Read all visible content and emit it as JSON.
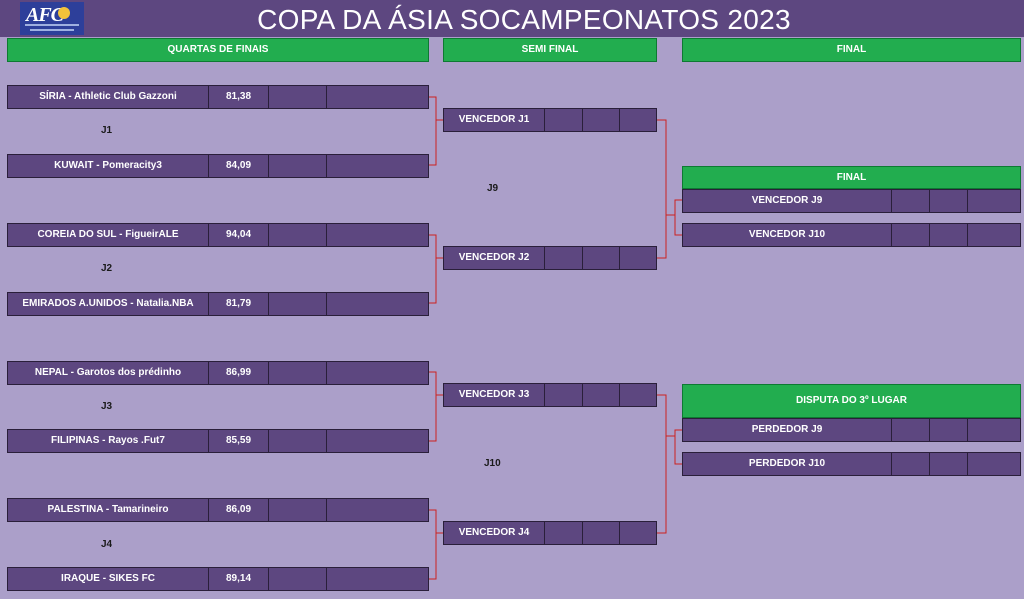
{
  "title": "COPA DA ÁSIA SOCAMPEONATOS  2023",
  "logo": {
    "name": "afc-logo",
    "text": "AFC"
  },
  "headers": {
    "quarters": "QUARTAS DE FINAIS",
    "semi": "SEMI FINAL",
    "final": "FINAL"
  },
  "quarters": [
    {
      "team": "SÍRIA - Athletic Club Gazzoni",
      "score": "81,38"
    },
    {
      "team": "KUWAIT - Pomeracity3",
      "score": "84,09"
    },
    {
      "team": "COREIA DO SUL - FigueirALE",
      "score": "94,04"
    },
    {
      "team": "EMIRADOS A.UNIDOS - Natalia.NBA",
      "score": "81,79"
    },
    {
      "team": "NEPAL - Garotos dos prédinho",
      "score": "86,99"
    },
    {
      "team": "FILIPINAS - Rayos .Fut7",
      "score": "85,59"
    },
    {
      "team": "PALESTINA - Tamarineiro",
      "score": "86,09"
    },
    {
      "team": "IRAQUE - SIKES FC",
      "score": "89,14"
    }
  ],
  "game_labels": {
    "j1": "J1",
    "j2": "J2",
    "j3": "J3",
    "j4": "J4",
    "j9": "J9",
    "j10": "J10"
  },
  "semis": [
    "VENCEDOR J1",
    "VENCEDOR J2",
    "VENCEDOR J3",
    "VENCEDOR J4"
  ],
  "final_box": {
    "header": "FINAL",
    "rows": [
      "VENCEDOR J9",
      "VENCEDOR J10"
    ]
  },
  "third_box": {
    "header": "DISPUTA DO 3º LUGAR",
    "rows": [
      "PERDEDOR J9",
      "PERDEDOR J10"
    ]
  },
  "colors": {
    "background": "#ab9fc9",
    "row": "#5d4780",
    "header_green": "#22ad4f",
    "connector": "#cc2020"
  }
}
